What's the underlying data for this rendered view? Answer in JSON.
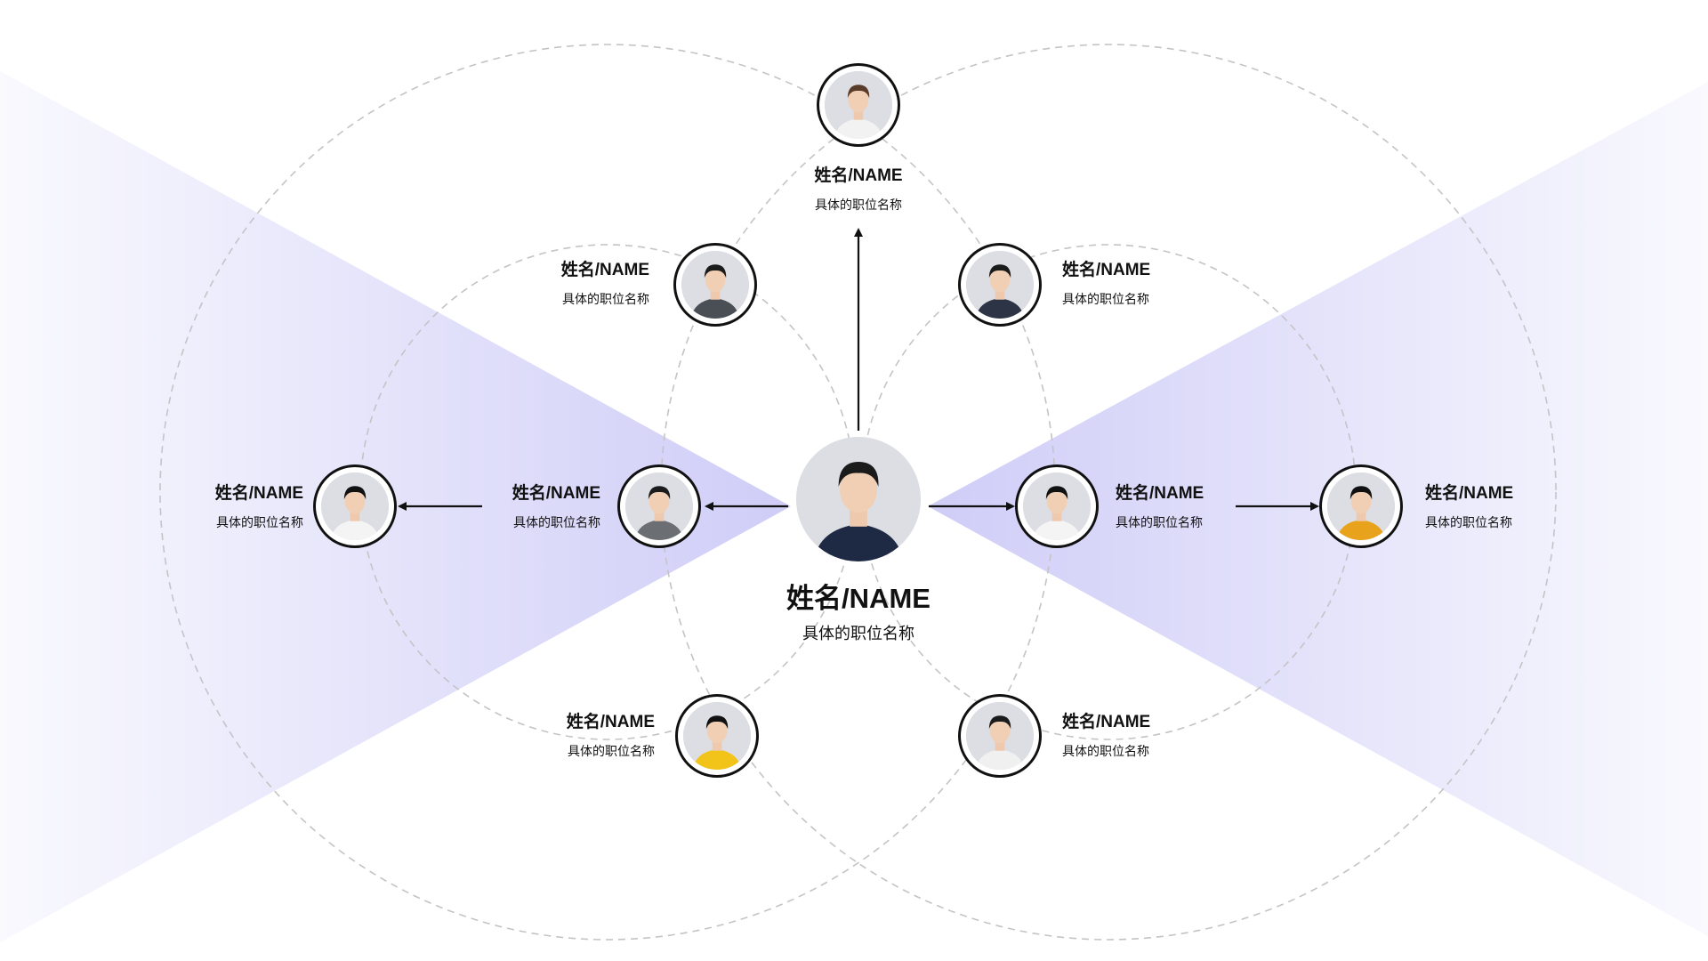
{
  "colors": {
    "wedge": "#cfcdf7",
    "ring": "#c4c4c8",
    "arrow": "#111111"
  },
  "center": {
    "name": "姓名/NAME",
    "title": "具体的职位名称",
    "icon": "avatar-man-suit",
    "shirt": "#1e2a44"
  },
  "people": [
    {
      "id": "top",
      "name": "姓名/NAME",
      "title": "具体的职位名称",
      "shirt": "#f2f2f2",
      "hair": "#5a3a28"
    },
    {
      "id": "upper-left",
      "name": "姓名/NAME",
      "title": "具体的职位名称",
      "shirt": "#4a4e55",
      "hair": "#1b1b1b"
    },
    {
      "id": "upper-right",
      "name": "姓名/NAME",
      "title": "具体的职位名称",
      "shirt": "#2c3446",
      "hair": "#1b1b1b"
    },
    {
      "id": "mid-left-inner",
      "name": "姓名/NAME",
      "title": "具体的职位名称",
      "shirt": "#6b6e73",
      "hair": "#1b1b1b"
    },
    {
      "id": "mid-left-outer",
      "name": "姓名/NAME",
      "title": "具体的职位名称",
      "shirt": "#f4f4f4",
      "hair": "#111111"
    },
    {
      "id": "mid-right-inner",
      "name": "姓名/NAME",
      "title": "具体的职位名称",
      "shirt": "#f4f4f4",
      "hair": "#111111"
    },
    {
      "id": "mid-right-outer",
      "name": "姓名/NAME",
      "title": "具体的职位名称",
      "shirt": "#e9a21c",
      "hair": "#111111"
    },
    {
      "id": "lower-left",
      "name": "姓名/NAME",
      "title": "具体的职位名称",
      "shirt": "#f2c318",
      "hair": "#111111"
    },
    {
      "id": "lower-right",
      "name": "姓名/NAME",
      "title": "具体的职位名称",
      "shirt": "#f0f0f0",
      "hair": "#1b1b1b"
    }
  ]
}
